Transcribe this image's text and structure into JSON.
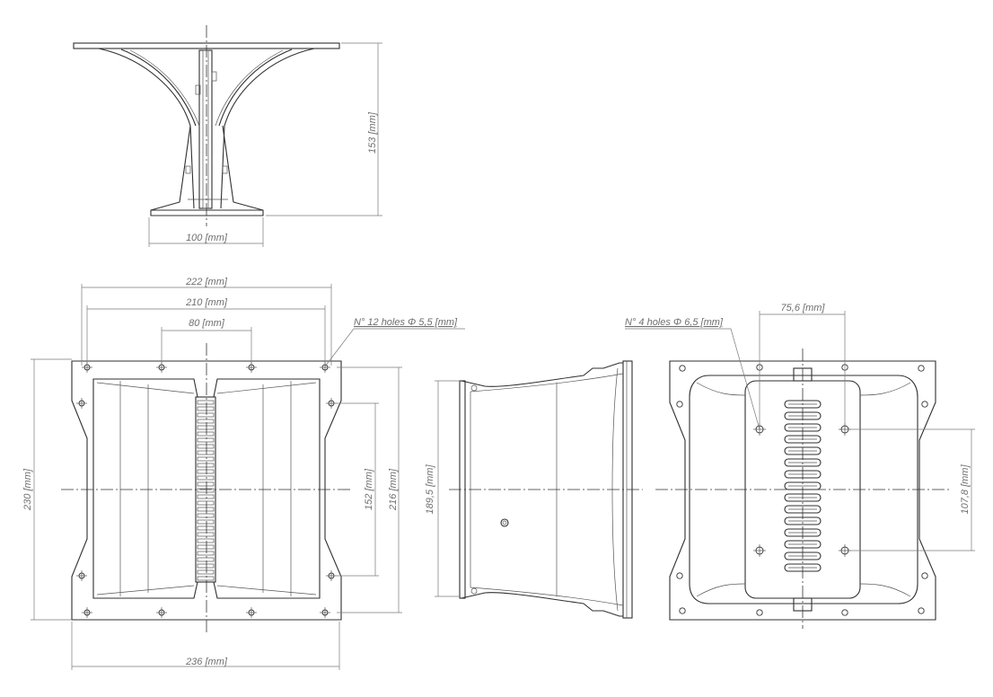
{
  "dimensions": {
    "height_153": "153 [mm]",
    "width_100": "100 [mm]",
    "width_222": "222 [mm]",
    "width_210": "210 [mm]",
    "width_80": "80 [mm]",
    "height_230": "230 [mm]",
    "height_152": "152 [mm]",
    "height_216": "216 [mm]",
    "width_236": "236 [mm]",
    "height_189_5": "189,5 [mm]",
    "width_75_6": "75,6 [mm]",
    "height_107_8": "107,8 [mm]"
  },
  "notes": {
    "holes_12": "N° 12 holes Φ 5,5 [mm]",
    "holes_4": "N° 4 holes Φ 6,5 [mm]"
  }
}
